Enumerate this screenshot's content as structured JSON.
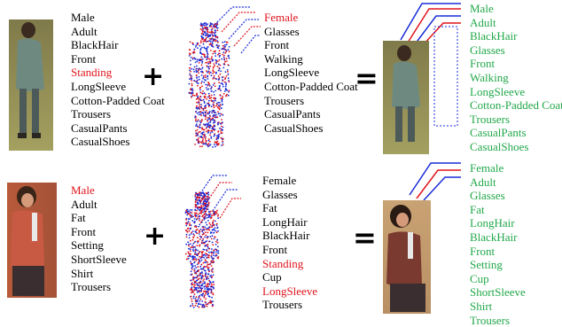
{
  "colors": {
    "default_text": "#000000",
    "changed_text": "#e0141c",
    "result_text": "#22a84a",
    "event_blue": "#1a2bd8",
    "event_red": "#e0141c"
  },
  "operators": {
    "plus": "+",
    "equals": "="
  },
  "rows": [
    {
      "input_attributes": [
        {
          "text": "Male",
          "changed": false
        },
        {
          "text": "Adult",
          "changed": false
        },
        {
          "text": "BlackHair",
          "changed": false
        },
        {
          "text": "Front",
          "changed": false
        },
        {
          "text": "Standing",
          "changed": true
        },
        {
          "text": "LongSleeve",
          "changed": false
        },
        {
          "text": "Cotton-Padded Coat",
          "changed": false
        },
        {
          "text": "Trousers",
          "changed": false
        },
        {
          "text": "CasualPants",
          "changed": false
        },
        {
          "text": "CasualShoes",
          "changed": false
        }
      ],
      "event_attributes": [
        {
          "text": "Female",
          "changed": true
        },
        {
          "text": "Glasses",
          "changed": false
        },
        {
          "text": "Front",
          "changed": false
        },
        {
          "text": "Walking",
          "changed": false
        },
        {
          "text": "LongSleeve",
          "changed": false
        },
        {
          "text": "Cotton-Padded Coat",
          "changed": false
        },
        {
          "text": "Trousers",
          "changed": false
        },
        {
          "text": "CasualPants",
          "changed": false
        },
        {
          "text": "CasualShoes",
          "changed": false
        }
      ],
      "result_attributes": [
        "Male",
        "Adult",
        "BlackHair",
        "Glasses",
        "Front",
        "Walking",
        "LongSleeve",
        "Cotton-Padded Coat",
        "Trousers",
        "CasualPants",
        "CasualShoes"
      ]
    },
    {
      "input_attributes": [
        {
          "text": "Male",
          "changed": true
        },
        {
          "text": "Adult",
          "changed": false
        },
        {
          "text": "Fat",
          "changed": false
        },
        {
          "text": "Front",
          "changed": false
        },
        {
          "text": "Setting",
          "changed": false
        },
        {
          "text": "ShortSleeve",
          "changed": false
        },
        {
          "text": "Shirt",
          "changed": false
        },
        {
          "text": "Trousers",
          "changed": false
        }
      ],
      "event_attributes": [
        {
          "text": "Female",
          "changed": false
        },
        {
          "text": "Glasses",
          "changed": false
        },
        {
          "text": "Fat",
          "changed": false
        },
        {
          "text": "LongHair",
          "changed": false
        },
        {
          "text": "BlackHair",
          "changed": false
        },
        {
          "text": "Front",
          "changed": false
        },
        {
          "text": "Standing",
          "changed": true
        },
        {
          "text": "Cup",
          "changed": false
        },
        {
          "text": "LongSleeve",
          "changed": true
        },
        {
          "text": "Trousers",
          "changed": false
        }
      ],
      "result_attributes": [
        "Female",
        "Adult",
        "Glasses",
        "Fat",
        "LongHair",
        "BlackHair",
        "Front",
        "Setting",
        "Cup",
        "ShortSleeve",
        "Shirt",
        "Trousers"
      ]
    }
  ]
}
